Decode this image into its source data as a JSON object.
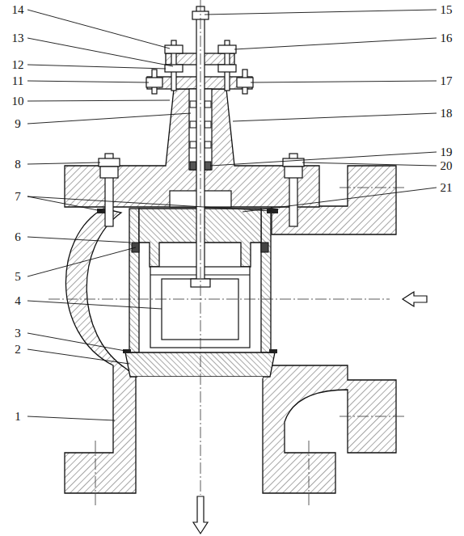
{
  "diagram": {
    "labels": [
      "14",
      "13",
      "12",
      "11",
      "10",
      "9",
      "8",
      "7",
      "6",
      "5",
      "4",
      "3",
      "2",
      "1",
      "15",
      "16",
      "17",
      "18",
      "19",
      "20",
      "21"
    ]
  }
}
